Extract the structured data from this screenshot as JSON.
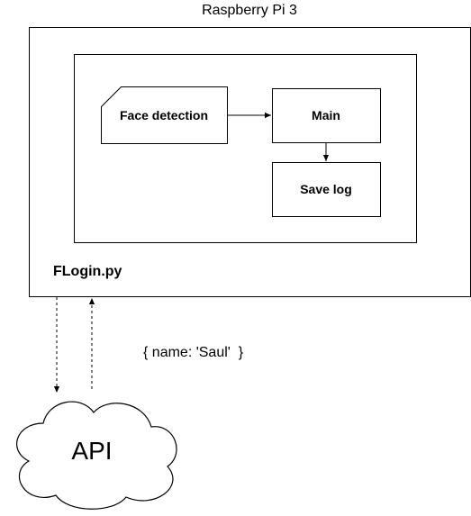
{
  "device": {
    "title": "Raspberry Pi 3"
  },
  "program": {
    "filename": "FLogin.py"
  },
  "modules": {
    "face_detection": "Face detection",
    "main": "Main",
    "save_log": "Save log"
  },
  "payload": {
    "text": "{ name: 'Saul'  }"
  },
  "cloud": {
    "label": "API"
  }
}
